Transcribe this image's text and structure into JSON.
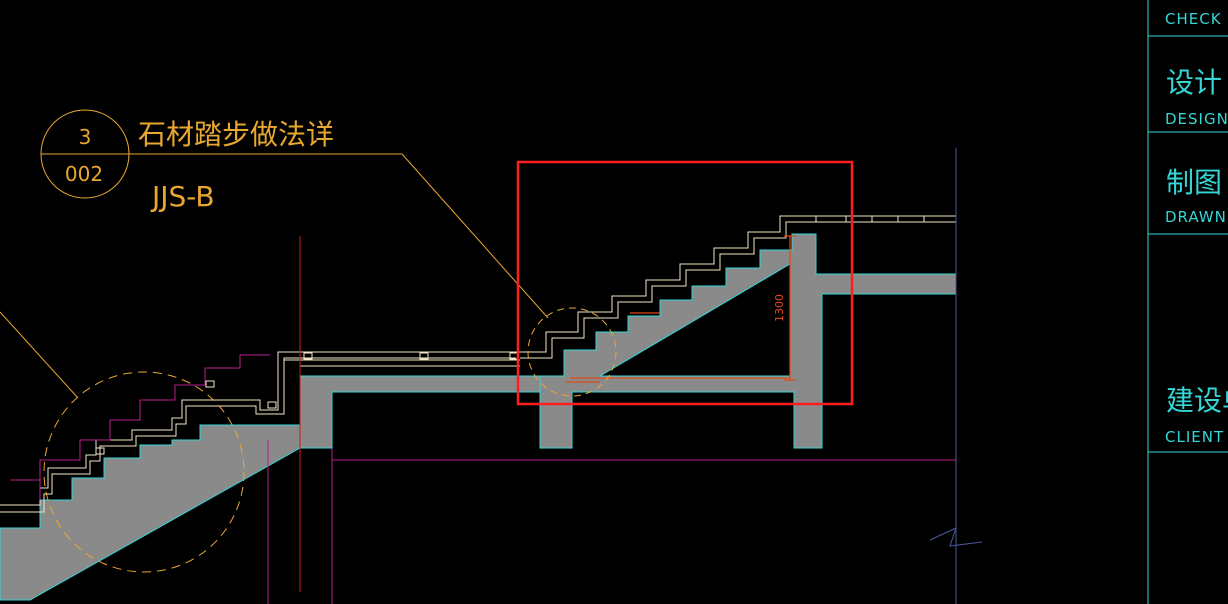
{
  "detail_callout": {
    "number": "3",
    "sheet": "002",
    "title": "石材踏步做法详",
    "code": "JJS-B"
  },
  "dimension": {
    "height_text": "1300"
  },
  "title_block": {
    "rows": [
      {
        "cn": "",
        "en": "CHECK"
      },
      {
        "cn": "设计",
        "en": "DESIGN"
      },
      {
        "cn": "制图",
        "en": "DRAWN"
      },
      {
        "cn": "建设单",
        "en": "CLIENT"
      }
    ]
  },
  "colors": {
    "background": "#000000",
    "concrete_fill": "#8a8a8a",
    "outline_cyan": "#35d6d6",
    "callout_yellow": "#e8a830",
    "stone_white": "#f2e6c8",
    "structure_magenta": "#b8208a",
    "axis_red": "#cc1a1a",
    "highlight_red": "#ff1e1e",
    "dimension_orange": "#e14a1a"
  }
}
